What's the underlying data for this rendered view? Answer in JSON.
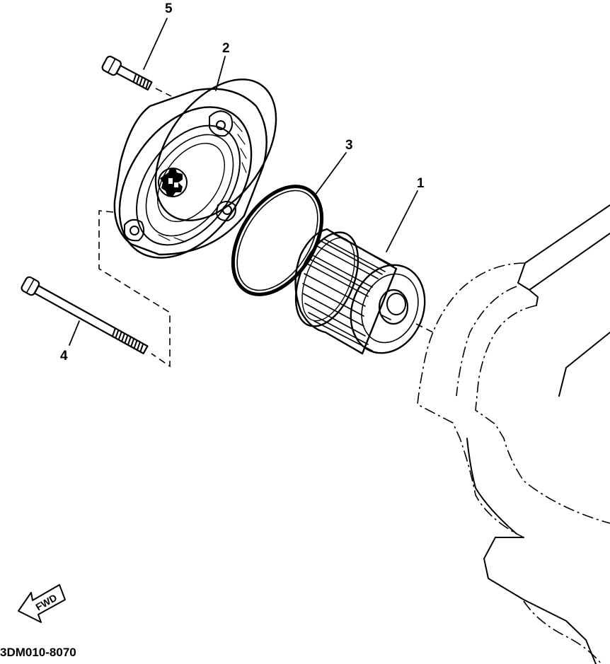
{
  "labels": {
    "part1": "1",
    "part2": "2",
    "part3": "3",
    "part4": "4",
    "part5": "5"
  },
  "fwd_label": "FWD",
  "diagram_code": "3DM010-8070"
}
